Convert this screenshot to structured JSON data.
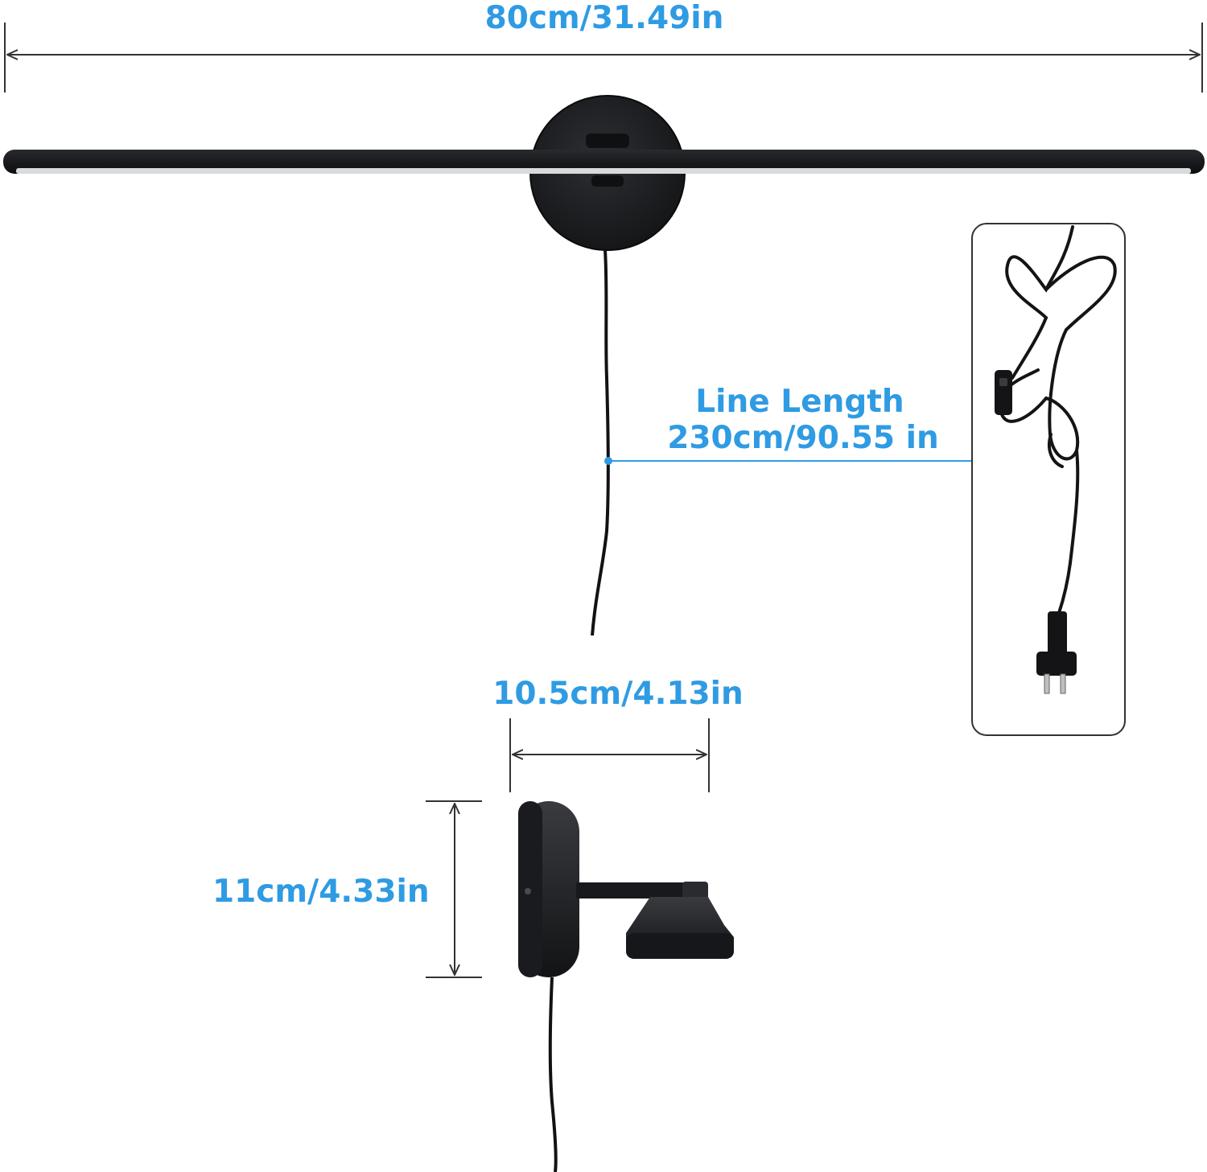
{
  "dimensions": {
    "width_label": "80cm/31.49in",
    "line_length_title": "Line Length",
    "line_length_value": "230cm/90.55 in",
    "depth_label": "10.5cm/4.13in",
    "height_label": "11cm/4.33in"
  },
  "colors": {
    "accent": "#2f9be3",
    "fixture": "#1c1d20",
    "dimension_line": "#333333",
    "inset_border": "#333333"
  },
  "icons": {
    "bar_light": "bar-light-fixture",
    "side_view": "fixture-side-view",
    "power_cord": "power-cord-with-switch-and-plug"
  }
}
